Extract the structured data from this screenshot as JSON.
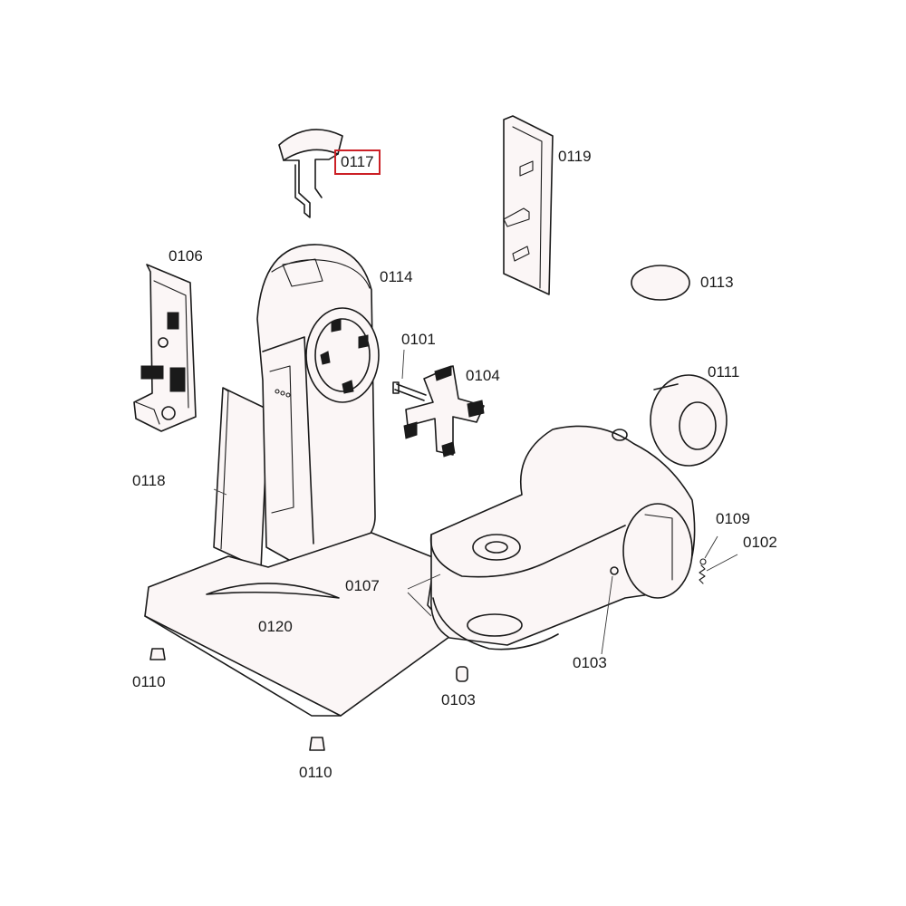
{
  "highlight_color": "#cc2026",
  "highlighted_part": "0117",
  "labels": {
    "p0117": "0117",
    "p0119": "0119",
    "p0106": "0106",
    "p0114": "0114",
    "p0113": "0113",
    "p0101": "0101",
    "p0104": "0104",
    "p0111": "0111",
    "p0118": "0118",
    "p0109": "0109",
    "p0102": "0102",
    "p0107": "0107",
    "p0120": "0120",
    "p0103a": "0103",
    "p0103b": "0103",
    "p0110a": "0110",
    "p0110b": "0110"
  }
}
